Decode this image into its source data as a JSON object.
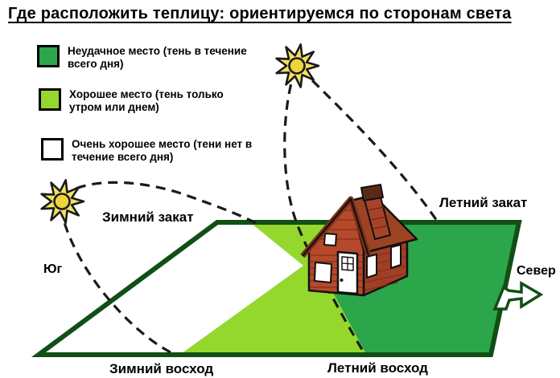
{
  "title": "Где расположить теплицу: ориентируемся по сторонам света",
  "legend": {
    "items": [
      {
        "label": "Неудачное место (тень в течение всего дня)",
        "color": "#2ca64a"
      },
      {
        "label": "Хорошее место (тень только утром или днем)",
        "color": "#94d82d"
      },
      {
        "label": "Очень хорошее место (тени нет в течение всего дня)",
        "color": "#ffffff"
      }
    ]
  },
  "labels": {
    "winter_sunset": "Зимний закат",
    "summer_sunset": "Летний закат",
    "south": "Юг",
    "north": "Север",
    "winter_sunrise": "Зимний восход",
    "summer_sunrise": "Летний восход"
  },
  "colors": {
    "plot_shaded_all_day": "#2ca64a",
    "plot_shaded_part_day": "#94d82d",
    "plot_never_shaded": "#ffffff",
    "plot_border": "#114f15",
    "sun_path_dash": "#1a1a1a",
    "sun_fill": "#f2e25e",
    "sun_core": "#eed53e",
    "house_brick": "#b5492b",
    "house_roof": "#9c4324",
    "north_arrow": "#114f15"
  }
}
